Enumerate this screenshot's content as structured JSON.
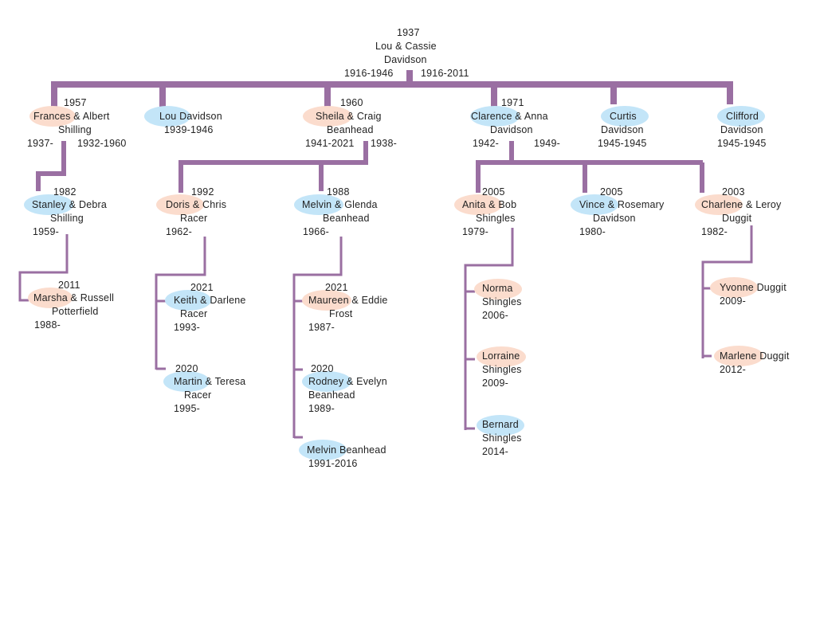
{
  "colors": {
    "line": "#9a6fa2",
    "female": "#fbdccd",
    "male": "#c3e5f8"
  },
  "root": {
    "year": "1937",
    "line1": "Lou & Cassie",
    "line2": "Davidson",
    "dates_left": "1916-1946",
    "dates_right": "1916-2011"
  },
  "gen1": [
    {
      "year": "1957",
      "line1": "Frances & Albert",
      "line2": "Shilling",
      "dates_left": "1937-",
      "dates_right": "1932-1960"
    },
    {
      "line1": "Lou Davidson",
      "line2": "1939-1946"
    },
    {
      "year": "1960",
      "line1": "Sheila & Craig",
      "line2": "Beanhead",
      "dates_left": "1941-2021",
      "dates_right": "1938-"
    },
    {
      "year": "1971",
      "line1": "Clarence & Anna",
      "line2": "Davidson",
      "dates_left": "1942-",
      "dates_right": "1949-"
    },
    {
      "line1": "Curtis",
      "line2": "Davidson",
      "line3": "1945-1945"
    },
    {
      "line1": "Clifford",
      "line2": "Davidson",
      "line3": "1945-1945"
    }
  ],
  "gen2": [
    {
      "year": "1982",
      "line1": "Stanley & Debra",
      "line2": "Shilling",
      "line3": "1959-"
    },
    {
      "year": "1992",
      "line1": "Doris & Chris",
      "line2": "Racer",
      "line3": "1962-"
    },
    {
      "year": "1988",
      "line1": "Melvin & Glenda",
      "line2": "Beanhead",
      "line3": "1966-"
    },
    {
      "year": "2005",
      "line1": "Anita & Bob",
      "line2": "Shingles",
      "line3": "1979-"
    },
    {
      "year": "2005",
      "line1": "Vince & Rosemary",
      "line2": "Davidson",
      "line3": "1980-"
    },
    {
      "year": "2003",
      "line1": "Charlene & Leroy",
      "line2": "Duggit",
      "line3": "1982-"
    }
  ],
  "gen3": [
    {
      "year": "2011",
      "line1": "Marsha & Russell",
      "line2": "Potterfield",
      "line3": "1988-"
    },
    {
      "year": "2021",
      "line1": "Keith & Darlene",
      "line2": "Racer",
      "line3": "1993-"
    },
    {
      "year": "2020",
      "line1": "Martin & Teresa",
      "line2": "Racer",
      "line3": "1995-"
    },
    {
      "year": "2021",
      "line1": "Maureen & Eddie",
      "line2": "Frost",
      "line3": "1987-"
    },
    {
      "year": "2020",
      "line1": "Rodney & Evelyn",
      "line2": "Beanhead",
      "line3": "1989-"
    },
    {
      "line1": "Melvin Beanhead",
      "line2": "1991-2016"
    },
    {
      "line1": "Norma",
      "line2": "Shingles",
      "line3": "2006-"
    },
    {
      "line1": "Lorraine",
      "line2": "Shingles",
      "line3": "2009-"
    },
    {
      "line1": "Bernard",
      "line2": "Shingles",
      "line3": "2014-"
    },
    {
      "line1": "Yvonne Duggit",
      "line2": "2009-"
    },
    {
      "line1": "Marlene Duggit",
      "line2": "2012-"
    }
  ]
}
